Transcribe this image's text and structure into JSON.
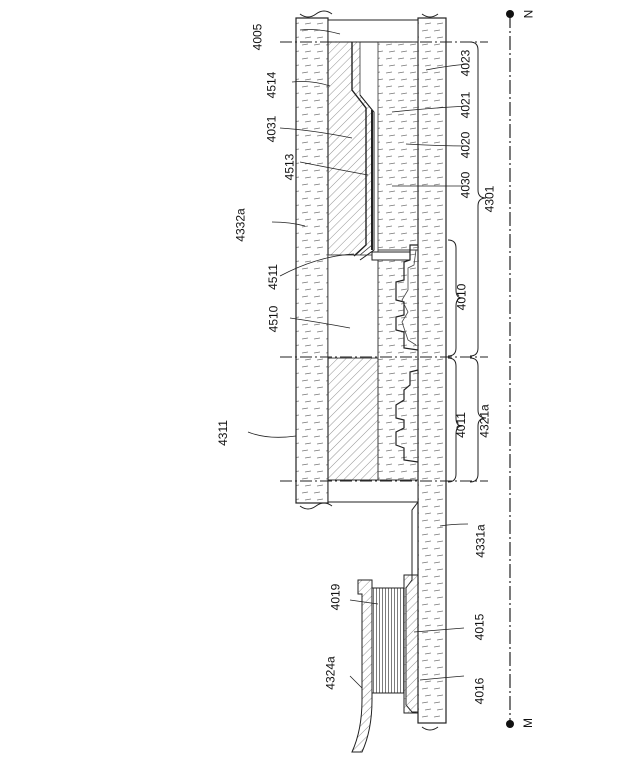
{
  "labels": {
    "l4005": "4005",
    "l4514": "4514",
    "l4031": "4031",
    "l4513": "4513",
    "l4332a": "4332a",
    "l4511": "4511",
    "l4510": "4510",
    "l4311": "4311",
    "l4023": "4023",
    "l4021": "4021",
    "l4020": "4020",
    "l4030": "4030",
    "l4301": "4301",
    "l4010": "4010",
    "l4011": "4011",
    "l4321a": "4321a",
    "l4331a": "4331a",
    "l4019": "4019",
    "l4015": "4015",
    "l4324a": "4324a",
    "l4016": "4016",
    "pointN": "N",
    "pointM": "M"
  },
  "colors": {
    "line": "#222222",
    "hatch": "#555555"
  }
}
